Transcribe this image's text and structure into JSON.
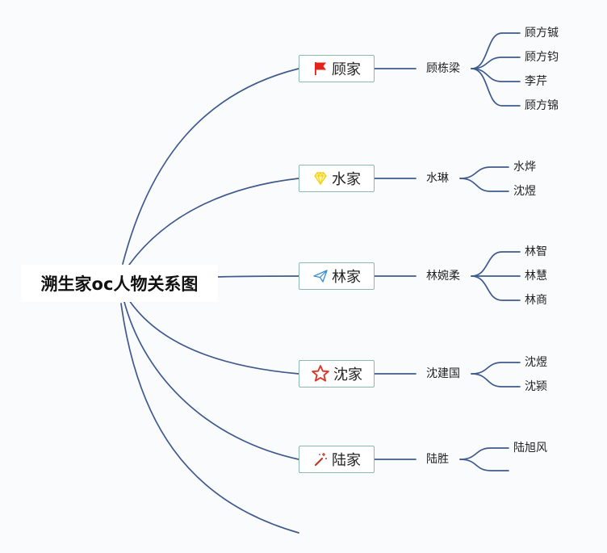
{
  "root": {
    "label": "溯生家oc人物关系图"
  },
  "families": [
    {
      "label": "顾家",
      "icon": "red-flag-icon",
      "parent": "顾栋梁",
      "children": [
        "顾方铖",
        "顾方钧",
        "李芹",
        "顾方锦"
      ]
    },
    {
      "label": "水家",
      "icon": "diamond-icon",
      "parent": "水琳",
      "children": [
        "水烨",
        "沈煜"
      ]
    },
    {
      "label": "林家",
      "icon": "paper-plane-icon",
      "parent": "林婉柔",
      "children": [
        "林智",
        "林慧",
        "林商"
      ]
    },
    {
      "label": "沈家",
      "icon": "star-icon",
      "parent": "沈建国",
      "children": [
        "沈煜",
        "沈颍"
      ]
    },
    {
      "label": "陆家",
      "icon": "magic-wand-icon",
      "parent": "陆胜",
      "children": [
        "陆旭风",
        ""
      ]
    }
  ],
  "colors": {
    "line": "#3f5a8e",
    "node_border": "#8bb9ad",
    "flag": "#e2231a",
    "diamond": "#f3d21b",
    "plane": "#3a8fd4",
    "star": "#d93a2b",
    "wand": "#c0392b"
  }
}
